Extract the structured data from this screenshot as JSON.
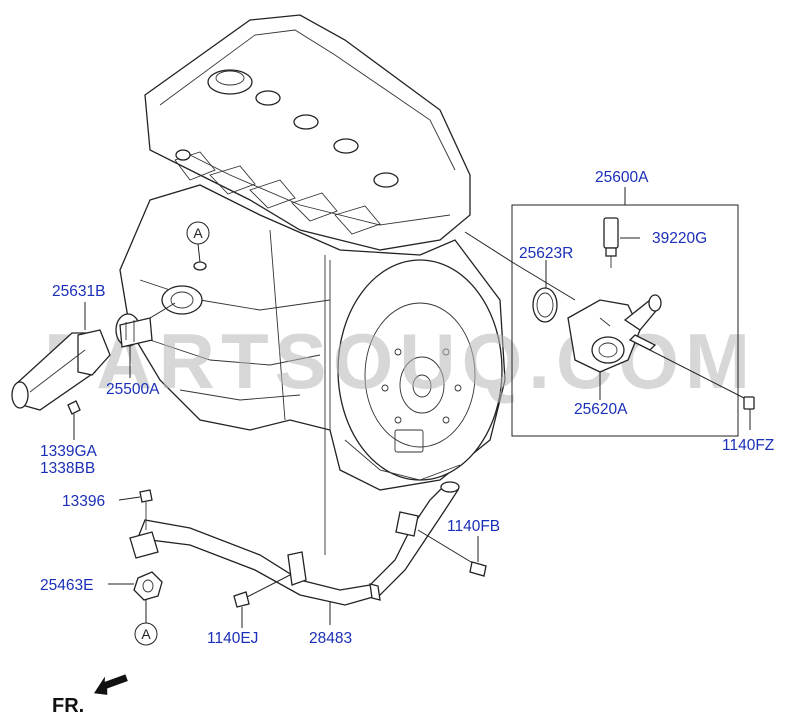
{
  "watermark": "PARTSOUQ.COM",
  "direction_label": "FR.",
  "ref_marker": "A",
  "parts": {
    "p25600A": "25600A",
    "p39220G": "39220G",
    "p25623R": "25623R",
    "p25620A": "25620A",
    "p1140FZ": "1140FZ",
    "p25631B": "25631B",
    "p25500A": "25500A",
    "p1339GA": "1339GA",
    "p1338BB": "1338BB",
    "p13396": "13396",
    "p1140FB": "1140FB",
    "p25463E": "25463E",
    "p1140EJ": "1140EJ",
    "p28483": "28483"
  }
}
